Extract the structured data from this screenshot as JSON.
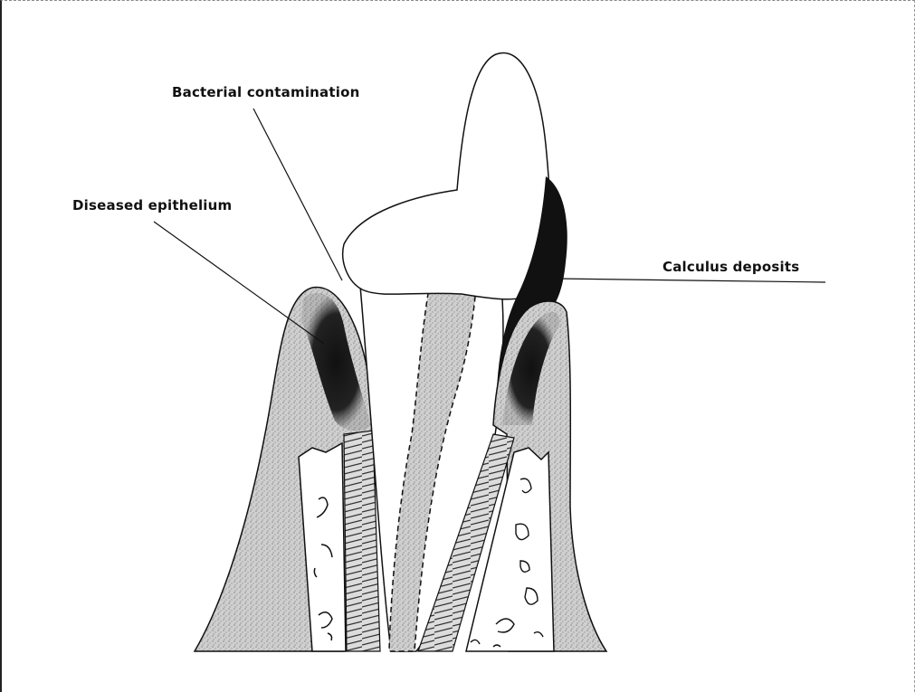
{
  "labels": {
    "bacterial": "Bacterial contamination",
    "epithelium": "Diseased epithelium",
    "calculus": "Calculus deposits"
  },
  "colors": {
    "gum_fill": "#c9c9c9",
    "deposit_fill": "#111111",
    "line": "#111111",
    "background": "#ffffff"
  }
}
